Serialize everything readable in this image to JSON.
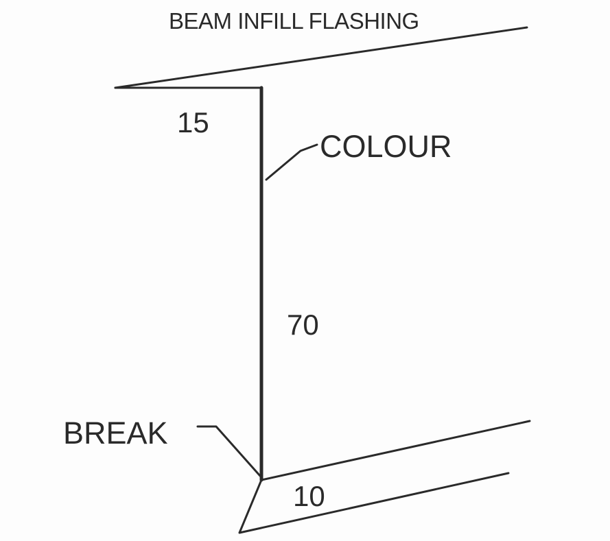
{
  "title": "BEAM INFILL FLASHING",
  "labels": {
    "top_flange": "15",
    "web": "70",
    "bottom_flange": "10",
    "colour_side": "COLOUR",
    "break": "BREAK"
  },
  "colors": {
    "ink": "#2a2a2a",
    "paper": "#fdfdfd"
  }
}
